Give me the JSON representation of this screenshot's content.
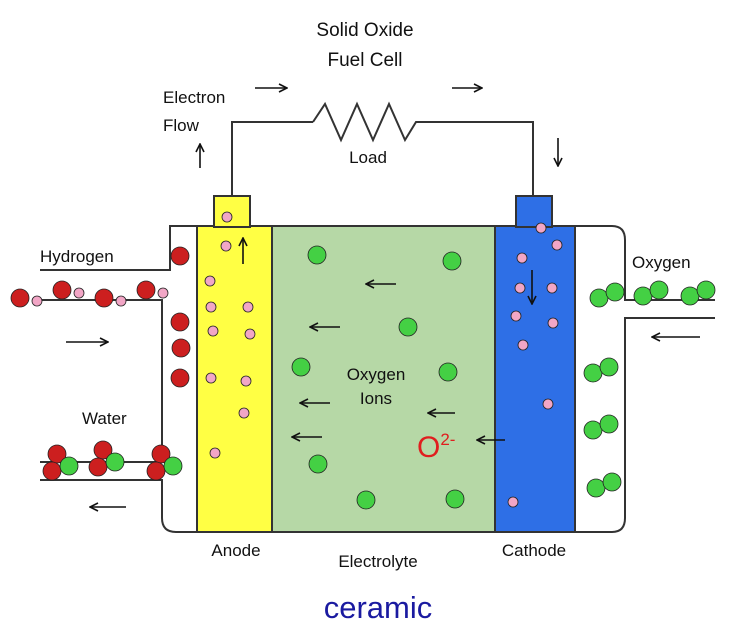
{
  "title_lines": [
    "Solid Oxide",
    "Fuel Cell"
  ],
  "labels": {
    "electron_flow": [
      "Electron",
      "Flow"
    ],
    "load": "Load",
    "hydrogen": "Hydrogen",
    "water": "Water",
    "oxygen": "Oxygen",
    "oxygen_ions": [
      "Oxygen",
      "Ions"
    ],
    "ion_symbol": "O",
    "ion_charge": "2-",
    "anode": "Anode",
    "electrolyte": "Electrolyte",
    "cathode": "Cathode"
  },
  "caption": "ceramic",
  "colors": {
    "anode": "#ffff44",
    "electrolyte": "#b6d8a6",
    "cathode": "#2e6fe6",
    "hydrogen_atom": "#cc1f1f",
    "electron": "#f2a6c6",
    "oxygen_atom": "#44d044",
    "ion_text": "#e01e1e",
    "caption": "#1a1aa0",
    "outline": "#333333"
  }
}
